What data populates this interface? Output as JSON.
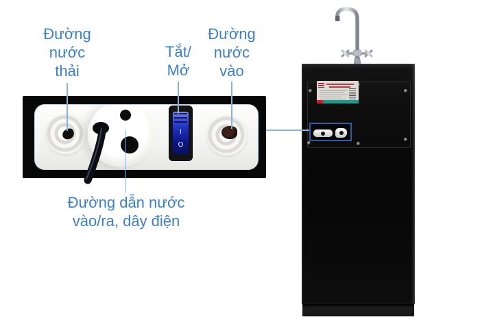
{
  "colors": {
    "label_text": "#3d7fc7",
    "connector_line": "#8ab1da",
    "highlight_box": "#2b5ea6",
    "sticker_teal": "#2d9488",
    "sticker_red": "#b3282e",
    "switch_glow": "#2336c4",
    "cabinet_black": "#0b0b0b"
  },
  "callouts": {
    "waste": {
      "lines": [
        "Đường",
        "nước",
        "thải"
      ]
    },
    "power": {
      "lines": [
        "Tắt/",
        "Mở"
      ]
    },
    "inlet": {
      "lines": [
        "Đường",
        "nước",
        "vào"
      ]
    },
    "pipes": {
      "lines": [
        "Đường dẫn nước",
        "vào/ra, dây điện"
      ]
    }
  },
  "closeup": {
    "switch": {
      "on_mark": "I",
      "off_mark": "O"
    }
  }
}
